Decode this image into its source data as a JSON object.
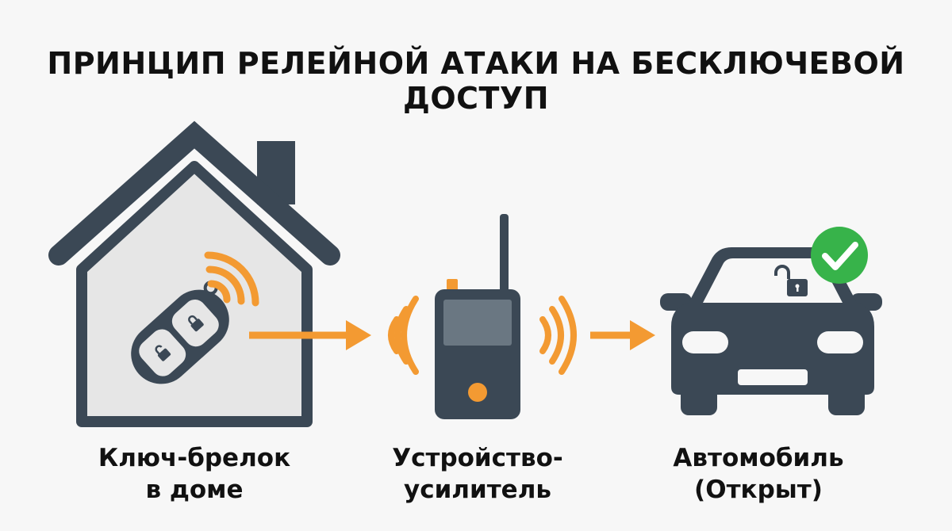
{
  "title": "ПРИНЦИП РЕЛЕЙНОЙ АТАКИ НА БЕСКЛЮЧЕВОЙ ДОСТУП",
  "steps": [
    {
      "id": "key",
      "icon": "house-with-key-fob-icon",
      "line1": "Ключ-брелок",
      "line2": "в доме"
    },
    {
      "id": "relay",
      "icon": "relay-amplifier-device-icon",
      "line1": "Устройство-",
      "line2": "усилитель"
    },
    {
      "id": "car",
      "icon": "unlocked-car-icon",
      "line1": "Автомобиль",
      "line2": "(Открыт)"
    }
  ],
  "colors": {
    "background": "#f7f7f7",
    "dark": "#3b4855",
    "house_fill": "#e6e6e6",
    "accent": "#f39a32",
    "success": "#37b34a",
    "text": "#111111"
  }
}
